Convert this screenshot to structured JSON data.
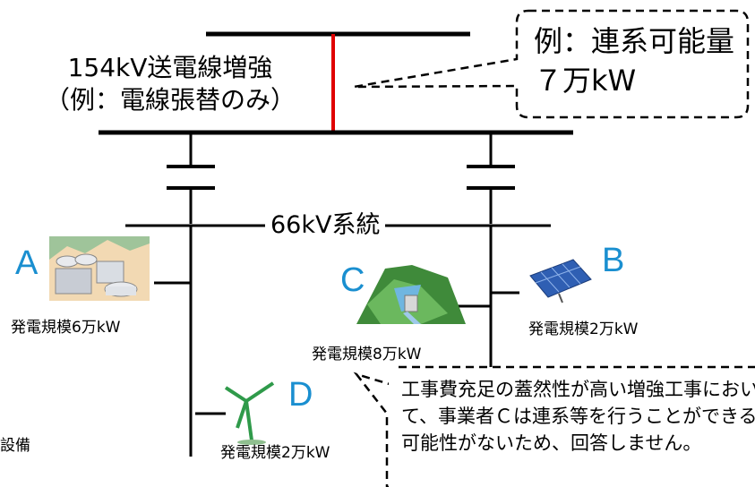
{
  "transmission": {
    "line_154kv": "154kV送電線増強",
    "line_154kv_note": "（例：電線張替のみ）",
    "bus_66kv": "66kV系統"
  },
  "callout_capacity": {
    "text": "例：連系可能量７万kW"
  },
  "plants": [
    {
      "letter": "A",
      "size": "発電規模6万kW",
      "icon": "thermal-plant-icon"
    },
    {
      "letter": "B",
      "size": "発電規模2万kW",
      "icon": "solar-panel-icon"
    },
    {
      "letter": "C",
      "size": "発電規模8万kW",
      "icon": "hydro-dam-icon"
    },
    {
      "letter": "D",
      "size": "発電規模2万kW",
      "icon": "wind-turbine-icon"
    }
  ],
  "callout_note": {
    "text": "工事費充足の蓋然性が高い増強工事において、事業者Ｃは連系等を行うことができる可能性がないため、回答しません。"
  },
  "legend_fragment": "設備",
  "colors": {
    "reinforced_line": "#e00000",
    "letter": "#1a8fd0",
    "line": "#000000"
  }
}
